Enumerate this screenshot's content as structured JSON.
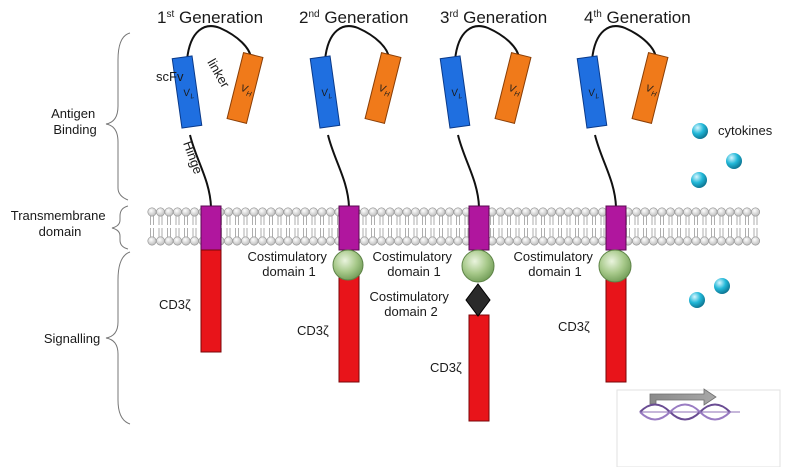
{
  "generations": [
    {
      "base": "1",
      "sup": "st",
      "word": " Generation"
    },
    {
      "base": "2",
      "sup": "nd",
      "word": " Generation"
    },
    {
      "base": "3",
      "sup": "rd",
      "word": " Generation"
    },
    {
      "base": "4",
      "sup": "th",
      "word": " Generation"
    }
  ],
  "sections": {
    "antigen_line1": "Antigen",
    "antigen_line2": "Binding",
    "transmembrane_line1": "Transmembrane",
    "transmembrane_line2": "domain",
    "signalling": "Signalling"
  },
  "labels": {
    "scfv": "scFv",
    "linker": "linker",
    "hinge": "Hinge",
    "cd3z": "CD3ζ",
    "costim1_line1": "Costimulatory",
    "costim1_line2": "domain 1",
    "costim2_line1": "Costimulatory",
    "costim2_line2": "domain 2",
    "cytokines": "cytokines",
    "vl_base": "V",
    "vl_sub": "L",
    "vh_base": "V",
    "vh_sub": "H"
  },
  "colors": {
    "vl": "#1f6fe0",
    "vh": "#f07a1a",
    "transmembrane": "#b0169e",
    "cd3z": "#e8141a",
    "costim": "#a7c98a",
    "costim2": "#2a2a2a",
    "cytokine": "#1fb5d6",
    "membrane_head": "#d6d6d6",
    "dna": "#6a4c93"
  }
}
